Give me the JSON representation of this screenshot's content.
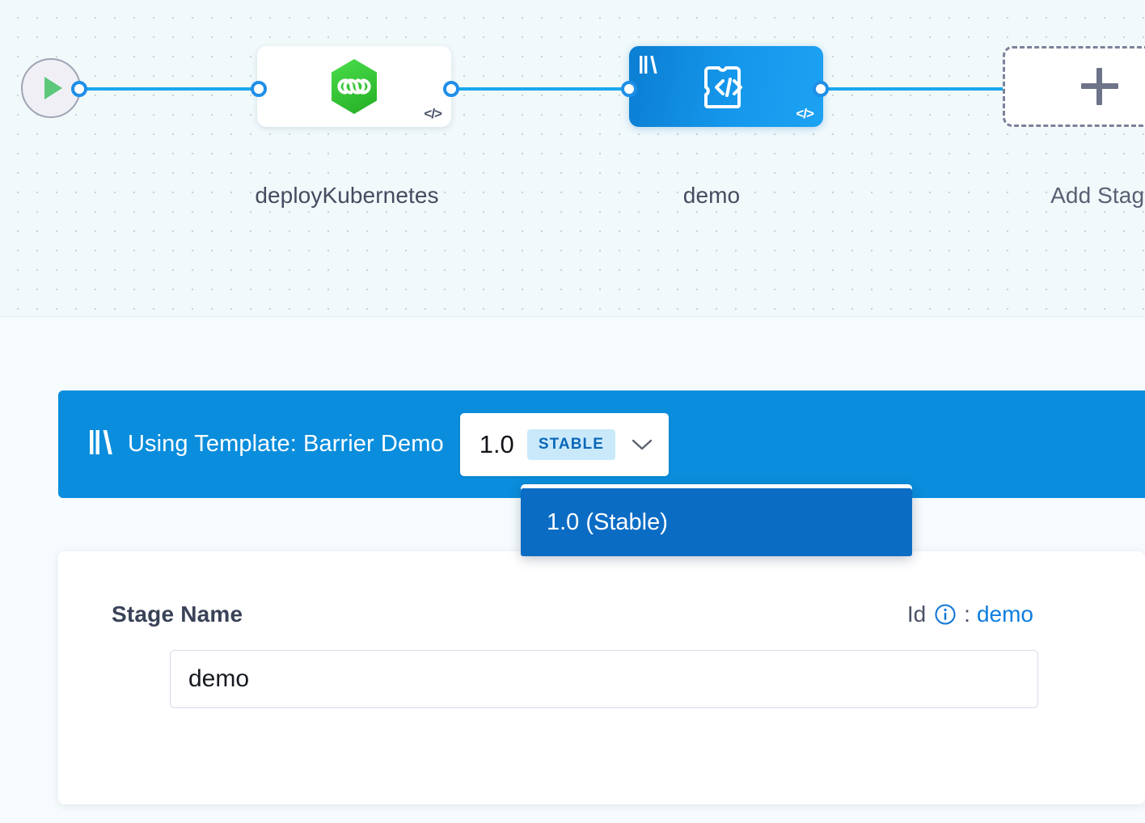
{
  "canvas": {
    "start_node": {
      "name": "start-node",
      "icon": "play-icon"
    },
    "nodes": [
      {
        "id": "deployKubernetes",
        "label": "deployKubernetes",
        "icon": "harness-cd-hexagon-icon",
        "badge": "</>",
        "selected": false,
        "templated": false
      },
      {
        "id": "demo",
        "label": "demo",
        "icon": "puzzle-code-icon",
        "badge": "</>",
        "template_icon": "template-library-icon",
        "selected": true,
        "templated": true
      }
    ],
    "add_stage": {
      "label": "Add Stage",
      "icon": "plus-icon"
    }
  },
  "template_banner": {
    "icon": "template-library-icon",
    "text": "Using Template: Barrier Demo",
    "version_selector": {
      "version": "1.0",
      "badge": "STABLE",
      "chevron": "chevron-down-icon"
    },
    "dropdown": {
      "open": true,
      "options": [
        {
          "label": "1.0 (Stable)",
          "selected": true
        }
      ]
    }
  },
  "form": {
    "stage_name_label": "Stage Name",
    "id_key": "Id",
    "id_info_icon": "info-circle-icon",
    "id_separator": ":",
    "id_value": "demo",
    "stage_name_value": "demo",
    "stage_name_placeholder": "Stage Name"
  },
  "colors": {
    "banner_blue": "#0a8ddc",
    "dropdown_selected_blue": "#0b6cc4",
    "node_selected_blue": "#1598ec",
    "stable_badge_bg": "#c9e9fb",
    "stable_badge_text": "#0a67b8",
    "link_blue": "#0d7de0",
    "wire_blue": "#1ba7ec",
    "canvas_bg": "#f1f9fb",
    "panel_bg": "#f6fbfd",
    "hex_green": "#3fcc3f"
  }
}
